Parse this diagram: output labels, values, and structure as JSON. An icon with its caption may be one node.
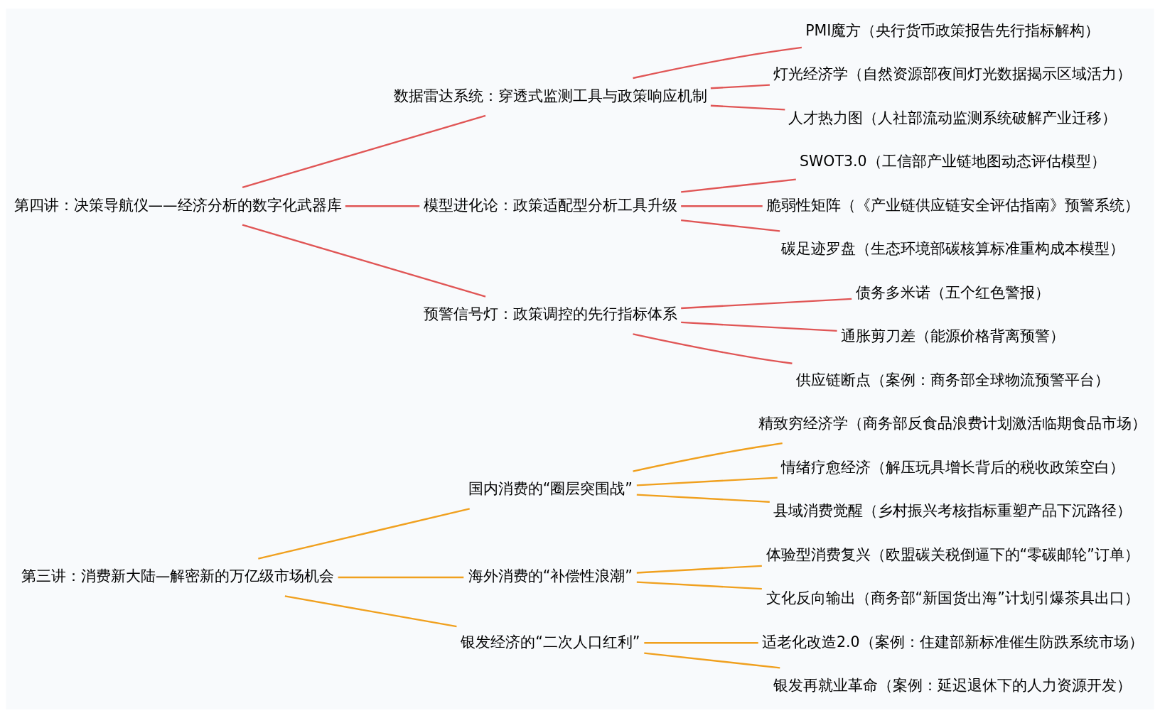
{
  "diagram": {
    "nodes": [
      {
        "text": [
          "第三讲：消费新大陆—解密新的万亿级市场机会"
        ]
      },
      {
        "text": [
          "国内消费的“圈层突围战”"
        ]
      },
      {
        "text": [
          "精致穷经济学（商务部反食品浪费计划激活临期食品市场）"
        ]
      },
      {
        "text": [
          "情绪疗愈经济（解压玩具增长背后的税收政策空白）"
        ]
      },
      {
        "text": [
          "县域消费觉醒（乡村振兴考核指标重塑产品下沉路径）"
        ]
      },
      {
        "text": [
          "海外消费的“补偿性浪潮”"
        ]
      },
      {
        "text": [
          "体验型消费复兴（欧盟碳关税倒逼下的“零碳邮轮”订单）"
        ]
      },
      {
        "text": [
          "文化反向输出（商务部“新国货出海”计划引爆茶具出口）"
        ]
      },
      {
        "text": [
          "银发经济的“二次人口红利”"
        ]
      },
      {
        "text": [
          "适老化改造2.0（案例：住建部新标准催生防跌系统市场）"
        ]
      },
      {
        "text": [
          "银发再就业革命（案例：延迟退休下的人力资源开发）"
        ]
      },
      {
        "text": [
          "第四讲：决策导航仪——经济分析的数字化武器库"
        ]
      },
      {
        "text": [
          "数据雷达系统：穿透式监测工具与政策响应机制"
        ]
      },
      {
        "text": [
          "PMI魔方（央行货币政策报告先行指标解构）"
        ]
      },
      {
        "text": [
          "灯光经济学（自然资源部夜间灯光数据揭示区域活力）"
        ]
      },
      {
        "text": [
          "人才热力图（人社部流动监测系统破解产业迁移）"
        ]
      },
      {
        "text": [
          "模型进化论：政策适配型分析工具升级"
        ]
      },
      {
        "text": [
          "SWOT3.0（工信部产业链地图动态评估模型）"
        ]
      },
      {
        "text": [
          "脆弱性矩阵（《产业链供应链安全评估指南》预警系统）"
        ]
      },
      {
        "text": [
          "碳足迹罗盘（生态环境部碳核算标准重构成本模型）"
        ]
      },
      {
        "text": [
          "预警信号灯：政策调控的先行指标体系"
        ]
      },
      {
        "text": [
          "债务多米诺（五个红色警报）"
        ]
      },
      {
        "text": [
          "通胀剪刀差（能源价格背离预警）"
        ]
      },
      {
        "text": [
          "供应链断点（案例：商务部全球物流预警平台）"
        ]
      }
    ],
    "edges": [
      {
        "from": 0,
        "to": 1,
        "arrow": "none",
        "color": "#f0a01e"
      },
      {
        "from": 1,
        "to": 2,
        "arrow": "none",
        "color": "#f0a01e"
      },
      {
        "from": 1,
        "to": 3,
        "arrow": "none",
        "color": "#f0a01e"
      },
      {
        "from": 1,
        "to": 4,
        "arrow": "none",
        "color": "#f0a01e"
      },
      {
        "from": 0,
        "to": 5,
        "arrow": "none",
        "color": "#f0a01e"
      },
      {
        "from": 5,
        "to": 6,
        "arrow": "none",
        "color": "#f0a01e"
      },
      {
        "from": 5,
        "to": 7,
        "arrow": "none",
        "color": "#f0a01e"
      },
      {
        "from": 0,
        "to": 8,
        "arrow": "none",
        "color": "#f0a01e"
      },
      {
        "from": 8,
        "to": 9,
        "arrow": "none",
        "color": "#f0a01e"
      },
      {
        "from": 8,
        "to": 10,
        "arrow": "none",
        "color": "#f0a01e"
      },
      {
        "from": 11,
        "to": 12,
        "arrow": "none",
        "color": "#e05555"
      },
      {
        "from": 12,
        "to": 13,
        "arrow": "none",
        "color": "#e05555"
      },
      {
        "from": 12,
        "to": 14,
        "arrow": "none",
        "color": "#e05555"
      },
      {
        "from": 12,
        "to": 15,
        "arrow": "none",
        "color": "#e05555"
      },
      {
        "from": 11,
        "to": 16,
        "arrow": "none",
        "color": "#e05555"
      },
      {
        "from": 16,
        "to": 17,
        "arrow": "none",
        "color": "#e05555"
      },
      {
        "from": 16,
        "to": 18,
        "arrow": "none",
        "color": "#e05555"
      },
      {
        "from": 16,
        "to": 19,
        "arrow": "none",
        "color": "#e05555"
      },
      {
        "from": 11,
        "to": 20,
        "arrow": "none",
        "color": "#e05555"
      },
      {
        "from": 20,
        "to": 21,
        "arrow": "none",
        "color": "#e05555"
      },
      {
        "from": 20,
        "to": 22,
        "arrow": "none",
        "color": "#e05555"
      },
      {
        "from": 20,
        "to": 23,
        "arrow": "none",
        "color": "#e05555"
      }
    ]
  }
}
